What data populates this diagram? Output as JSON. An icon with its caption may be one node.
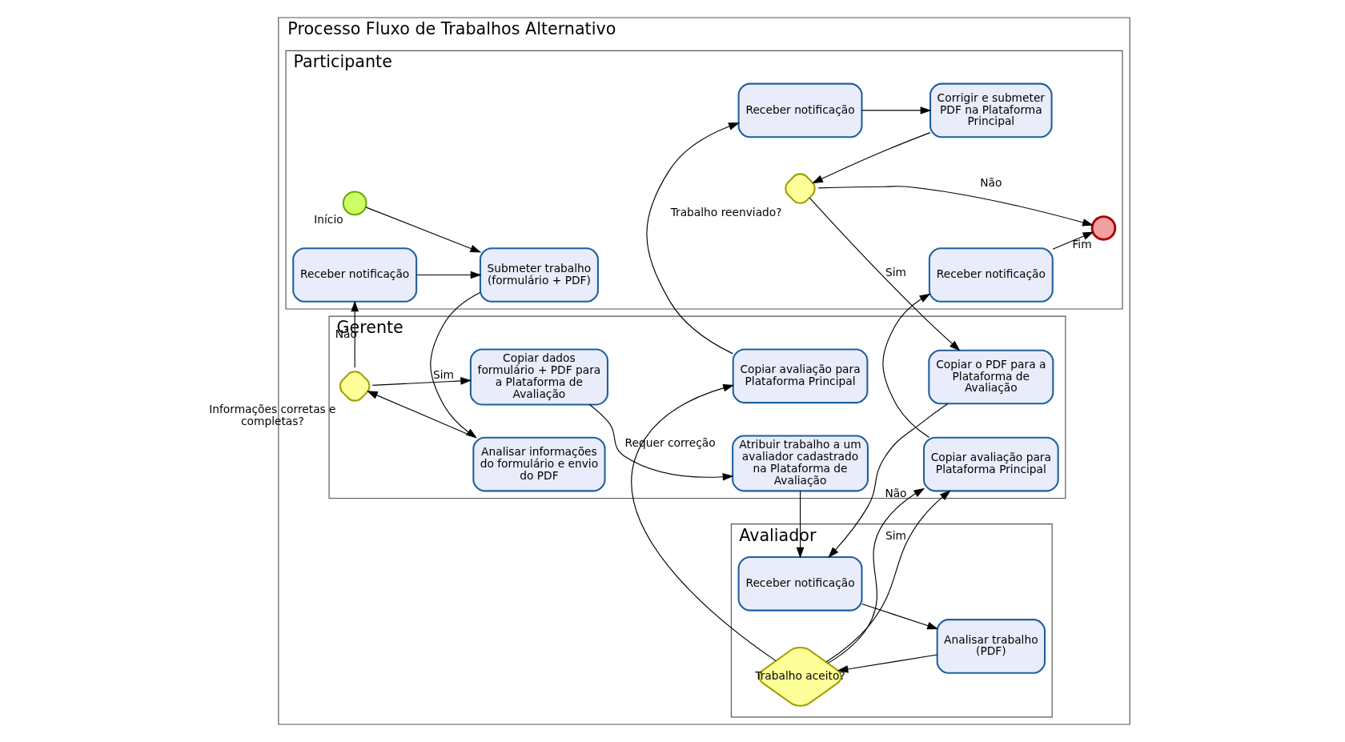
{
  "diagram": {
    "nodes": [
      {
        "text": [
          "Processo Fluxo de Trabalhos Alternativo"
        ]
      },
      {
        "text": [
          "Participante"
        ],
        "in": 0
      },
      {
        "text": [
          "Gerente"
        ],
        "in": 0
      },
      {
        "text": [
          "Avaliador"
        ],
        "in": 0
      },
      {
        "text": [],
        "shape": "circle",
        "beside": [
          "Início"
        ],
        "in": 1
      },
      {
        "text": [
          "Submeter trabalho (formulário + PDF)"
        ],
        "in": 1
      },
      {
        "text": [
          "Receber notificação"
        ],
        "in": 1
      },
      {
        "text": [],
        "shape": "diamond",
        "beside": [
          "Trabalho reenviado?"
        ],
        "in": 1
      },
      {
        "text": [
          "Corrigir e submeter PDF na Plataforma Principal"
        ],
        "in": 1
      },
      {
        "text": [
          "Receber notificação"
        ],
        "in": 1
      },
      {
        "text": [
          "Receber notificação"
        ],
        "in": 1
      },
      {
        "text": [],
        "shape": "circle",
        "beside": [
          "Fim"
        ],
        "in": 1
      },
      {
        "text": [
          "Analisar informações do formulário e envio do PDF"
        ],
        "in": 2
      },
      {
        "text": [],
        "shape": "diamond",
        "beside": [
          "Informações corretas e completas?"
        ],
        "in": 2
      },
      {
        "text": [
          "Copiar dados formulário + PDF para a Plataforma de Avaliação"
        ],
        "in": 2
      },
      {
        "text": [
          "Atribuir trabalho a um avaliador cadastrado na Plataforma de Avaliação"
        ],
        "in": 2
      },
      {
        "text": [
          "Copiar o PDF para a Plataforma de Avaliação"
        ],
        "in": 2
      },
      {
        "text": [
          "Copiar avaliação para Plataforma Principal"
        ],
        "in": 2
      },
      {
        "text": [
          "Copiar avaliação para Plataforma Principal"
        ],
        "in": 2
      },
      {
        "text": [
          "Receber notificação"
        ],
        "in": 3
      },
      {
        "text": [
          "Analisar trabalho (PDF)"
        ],
        "in": 3
      },
      {
        "text": [
          "Trabalho aceito?"
        ],
        "in": 3
      }
    ],
    "edges": [
      {
        "from": 4,
        "to": 5,
        "arrow": "to"
      },
      {
        "from": 6,
        "to": 5,
        "arrow": "to"
      },
      {
        "from": 5,
        "to": 12,
        "arrow": "to"
      },
      {
        "from": 12,
        "to": 13,
        "arrow": "to"
      },
      {
        "from": 13,
        "to": 14,
        "label": "Sim",
        "arrow": "to"
      },
      {
        "from": 13,
        "to": 6,
        "label": "Não",
        "arrow": "to"
      },
      {
        "from": 14,
        "to": 15,
        "arrow": "to"
      },
      {
        "from": 15,
        "to": 19,
        "arrow": "to"
      },
      {
        "from": 16,
        "to": 19,
        "arrow": "to"
      },
      {
        "from": 19,
        "to": 20,
        "arrow": "to"
      },
      {
        "from": 20,
        "to": 21,
        "arrow": "to"
      },
      {
        "from": 21,
        "to": 17,
        "label": "Requer correção",
        "arrow": "to"
      },
      {
        "from": 21,
        "to": 18,
        "label": "Sim",
        "arrow": "to"
      },
      {
        "from": 21,
        "to": 18,
        "label": "Não",
        "arrow": "to"
      },
      {
        "from": 17,
        "to": 9,
        "arrow": "to"
      },
      {
        "from": 9,
        "to": 8,
        "arrow": "to"
      },
      {
        "from": 8,
        "to": 7,
        "arrow": "to"
      },
      {
        "from": 7,
        "to": 11,
        "label": "Não",
        "arrow": "to"
      },
      {
        "from": 7,
        "to": 16,
        "label": "Sim",
        "arrow": "to"
      },
      {
        "from": 18,
        "to": 10,
        "arrow": "to"
      },
      {
        "from": 10,
        "to": 11,
        "arrow": "to"
      }
    ]
  }
}
